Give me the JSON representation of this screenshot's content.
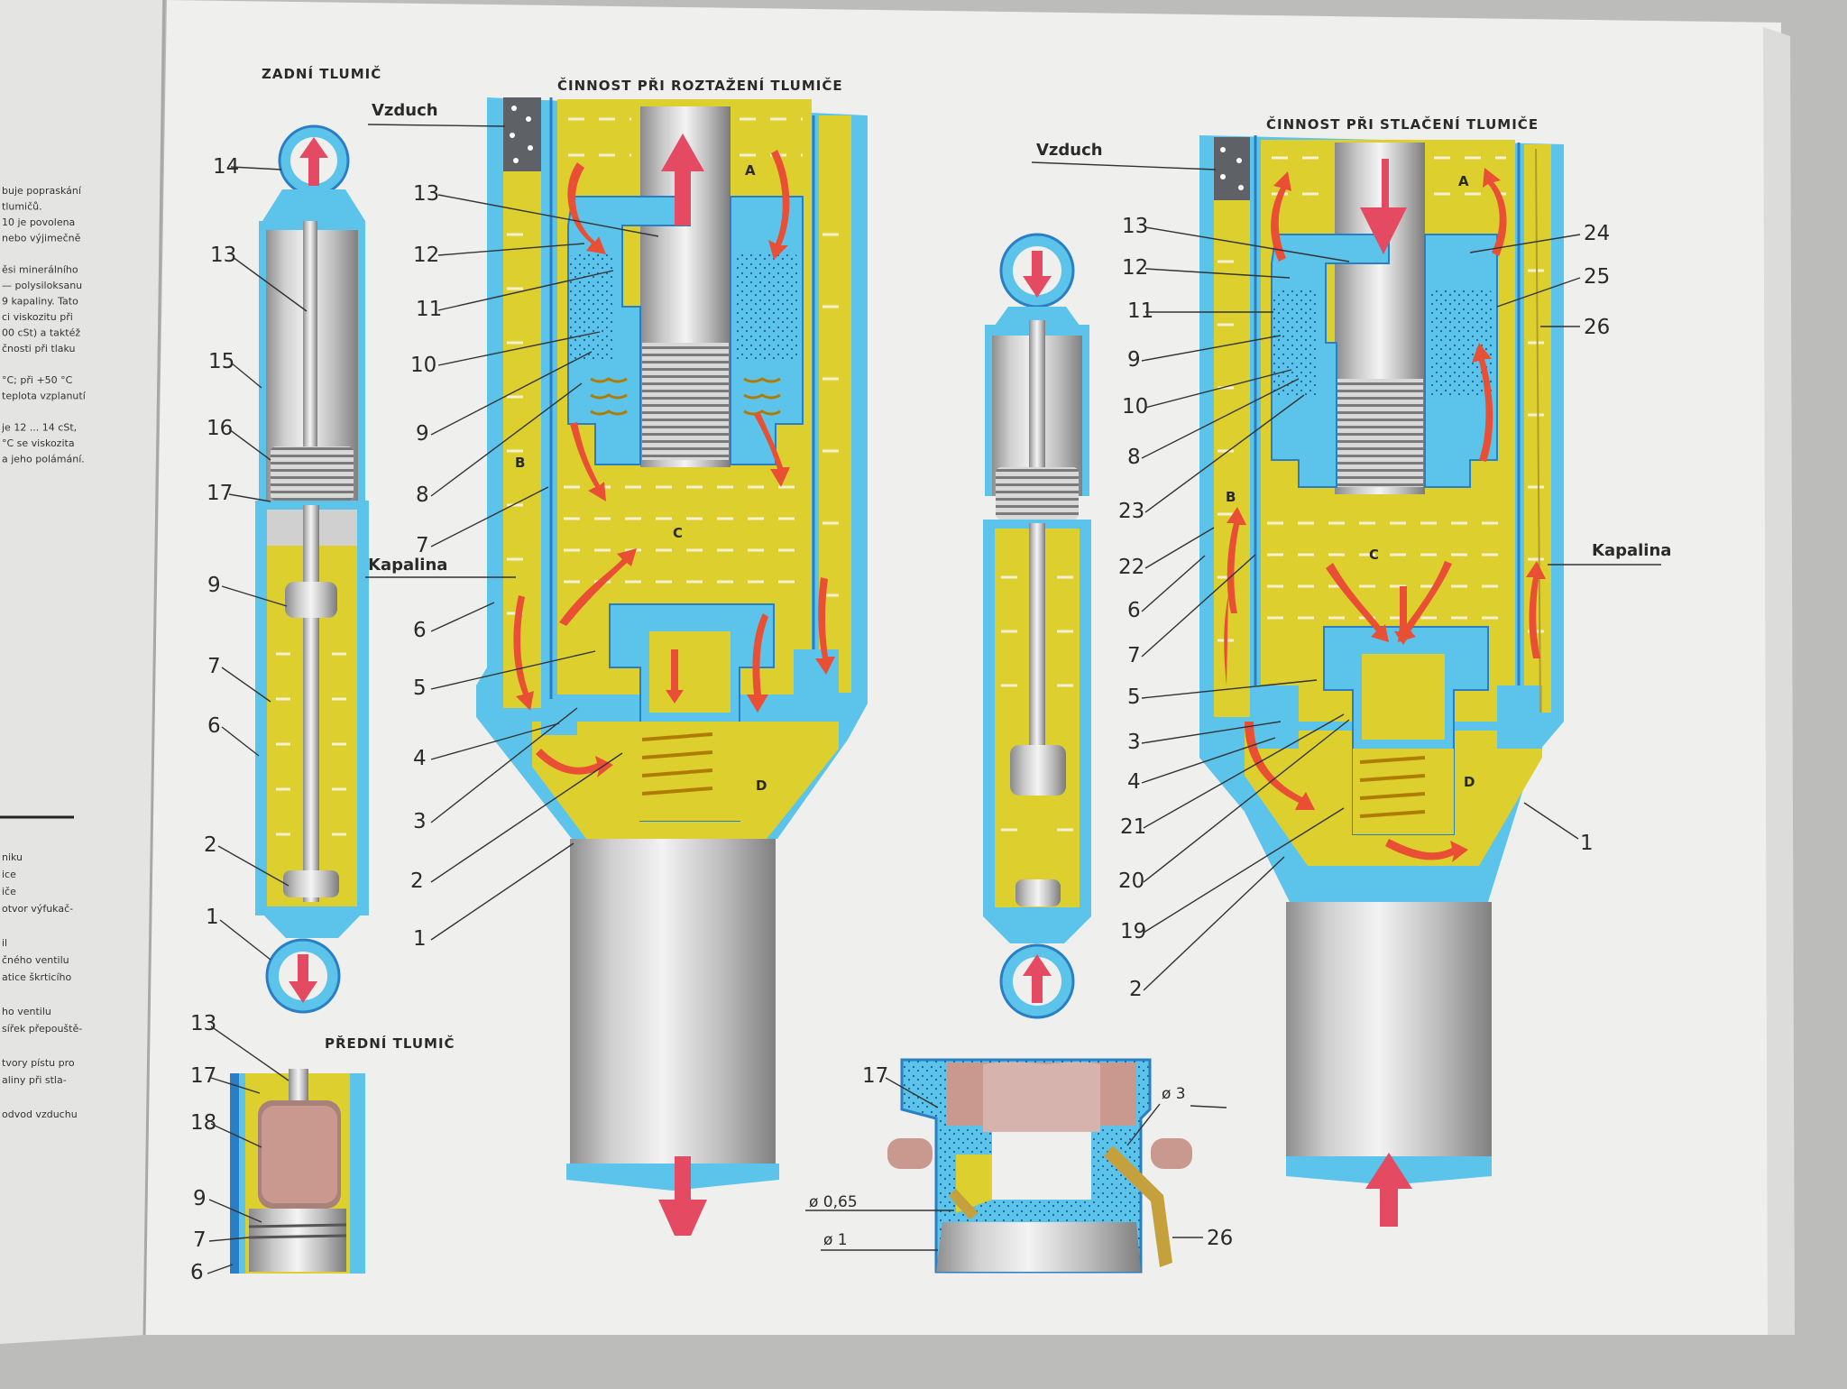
{
  "left_page": {
    "text_lines": [
      "buje popraskání",
      "tlumičů.",
      "10 je povolena",
      "nebo výjimečně",
      "",
      "ěsi minerálního",
      "— polysiloksanu",
      "9 kapaliny. Tato",
      "ci viskozitu při",
      "00 cSt) a taktéž",
      "čnosti při tlaku",
      "",
      "°C; při +50 °C",
      "teplota vzplanutí",
      "",
      "je 12 ... 14 cSt,",
      "°C se viskozita",
      "a jeho polámání."
    ],
    "legend_lines": [
      "niku",
      "ice",
      "iče",
      "otvor výfukač-",
      "",
      "il",
      "čného ventilu",
      "atice škrticího",
      "",
      "ho ventilu",
      "sířek přepouště-",
      "",
      "tvory pístu pro",
      "aliny při stla-",
      "",
      "odvod vzduchu"
    ]
  },
  "rear_damper": {
    "title": "ZADNÍ TLUMIČ",
    "callouts": [
      "14",
      "13",
      "15",
      "16",
      "17",
      "9",
      "7",
      "6",
      "2",
      "1"
    ]
  },
  "front_damper": {
    "title": "PŘEDNÍ TLUMIČ",
    "callouts": [
      "13",
      "17",
      "18",
      "9",
      "7",
      "6"
    ]
  },
  "extension": {
    "title": "ČINNOST PŘI ROZTAŽENÍ TLUMIČE",
    "air_label": "Vzduch",
    "fluid_label": "Kapalina",
    "chamber_labels": [
      "A",
      "B",
      "C",
      "D"
    ],
    "callouts": [
      "13",
      "12",
      "11",
      "10",
      "9",
      "8",
      "7",
      "6",
      "5",
      "4",
      "3",
      "2",
      "1"
    ]
  },
  "compression": {
    "title": "ČINNOST PŘI STLAČENÍ TLUMIČE",
    "air_label": "Vzduch",
    "fluid_label": "Kapalina",
    "chamber_labels": [
      "A",
      "B",
      "C",
      "D"
    ],
    "callouts_left": [
      "13",
      "12",
      "11",
      "9",
      "10",
      "8",
      "23",
      "22",
      "6",
      "7",
      "5",
      "3",
      "4",
      "21",
      "20",
      "19",
      "2"
    ],
    "callouts_right": [
      "24",
      "25",
      "26",
      "1"
    ]
  },
  "detail": {
    "callouts": [
      "17",
      "ø 3",
      "ø 0,65",
      "ø 1",
      "26"
    ]
  },
  "colors": {
    "page": "#eff0ee",
    "fluid": "#ddd02e",
    "metal": "#5cc3ea",
    "arrow_flow": "#e84f34",
    "arrow_motion": "#e44a61",
    "rubber": "#c9998f"
  },
  "icons": [
    "eye-mount-icon",
    "up-arrow-icon",
    "down-arrow-icon",
    "flow-arrow-icon"
  ]
}
